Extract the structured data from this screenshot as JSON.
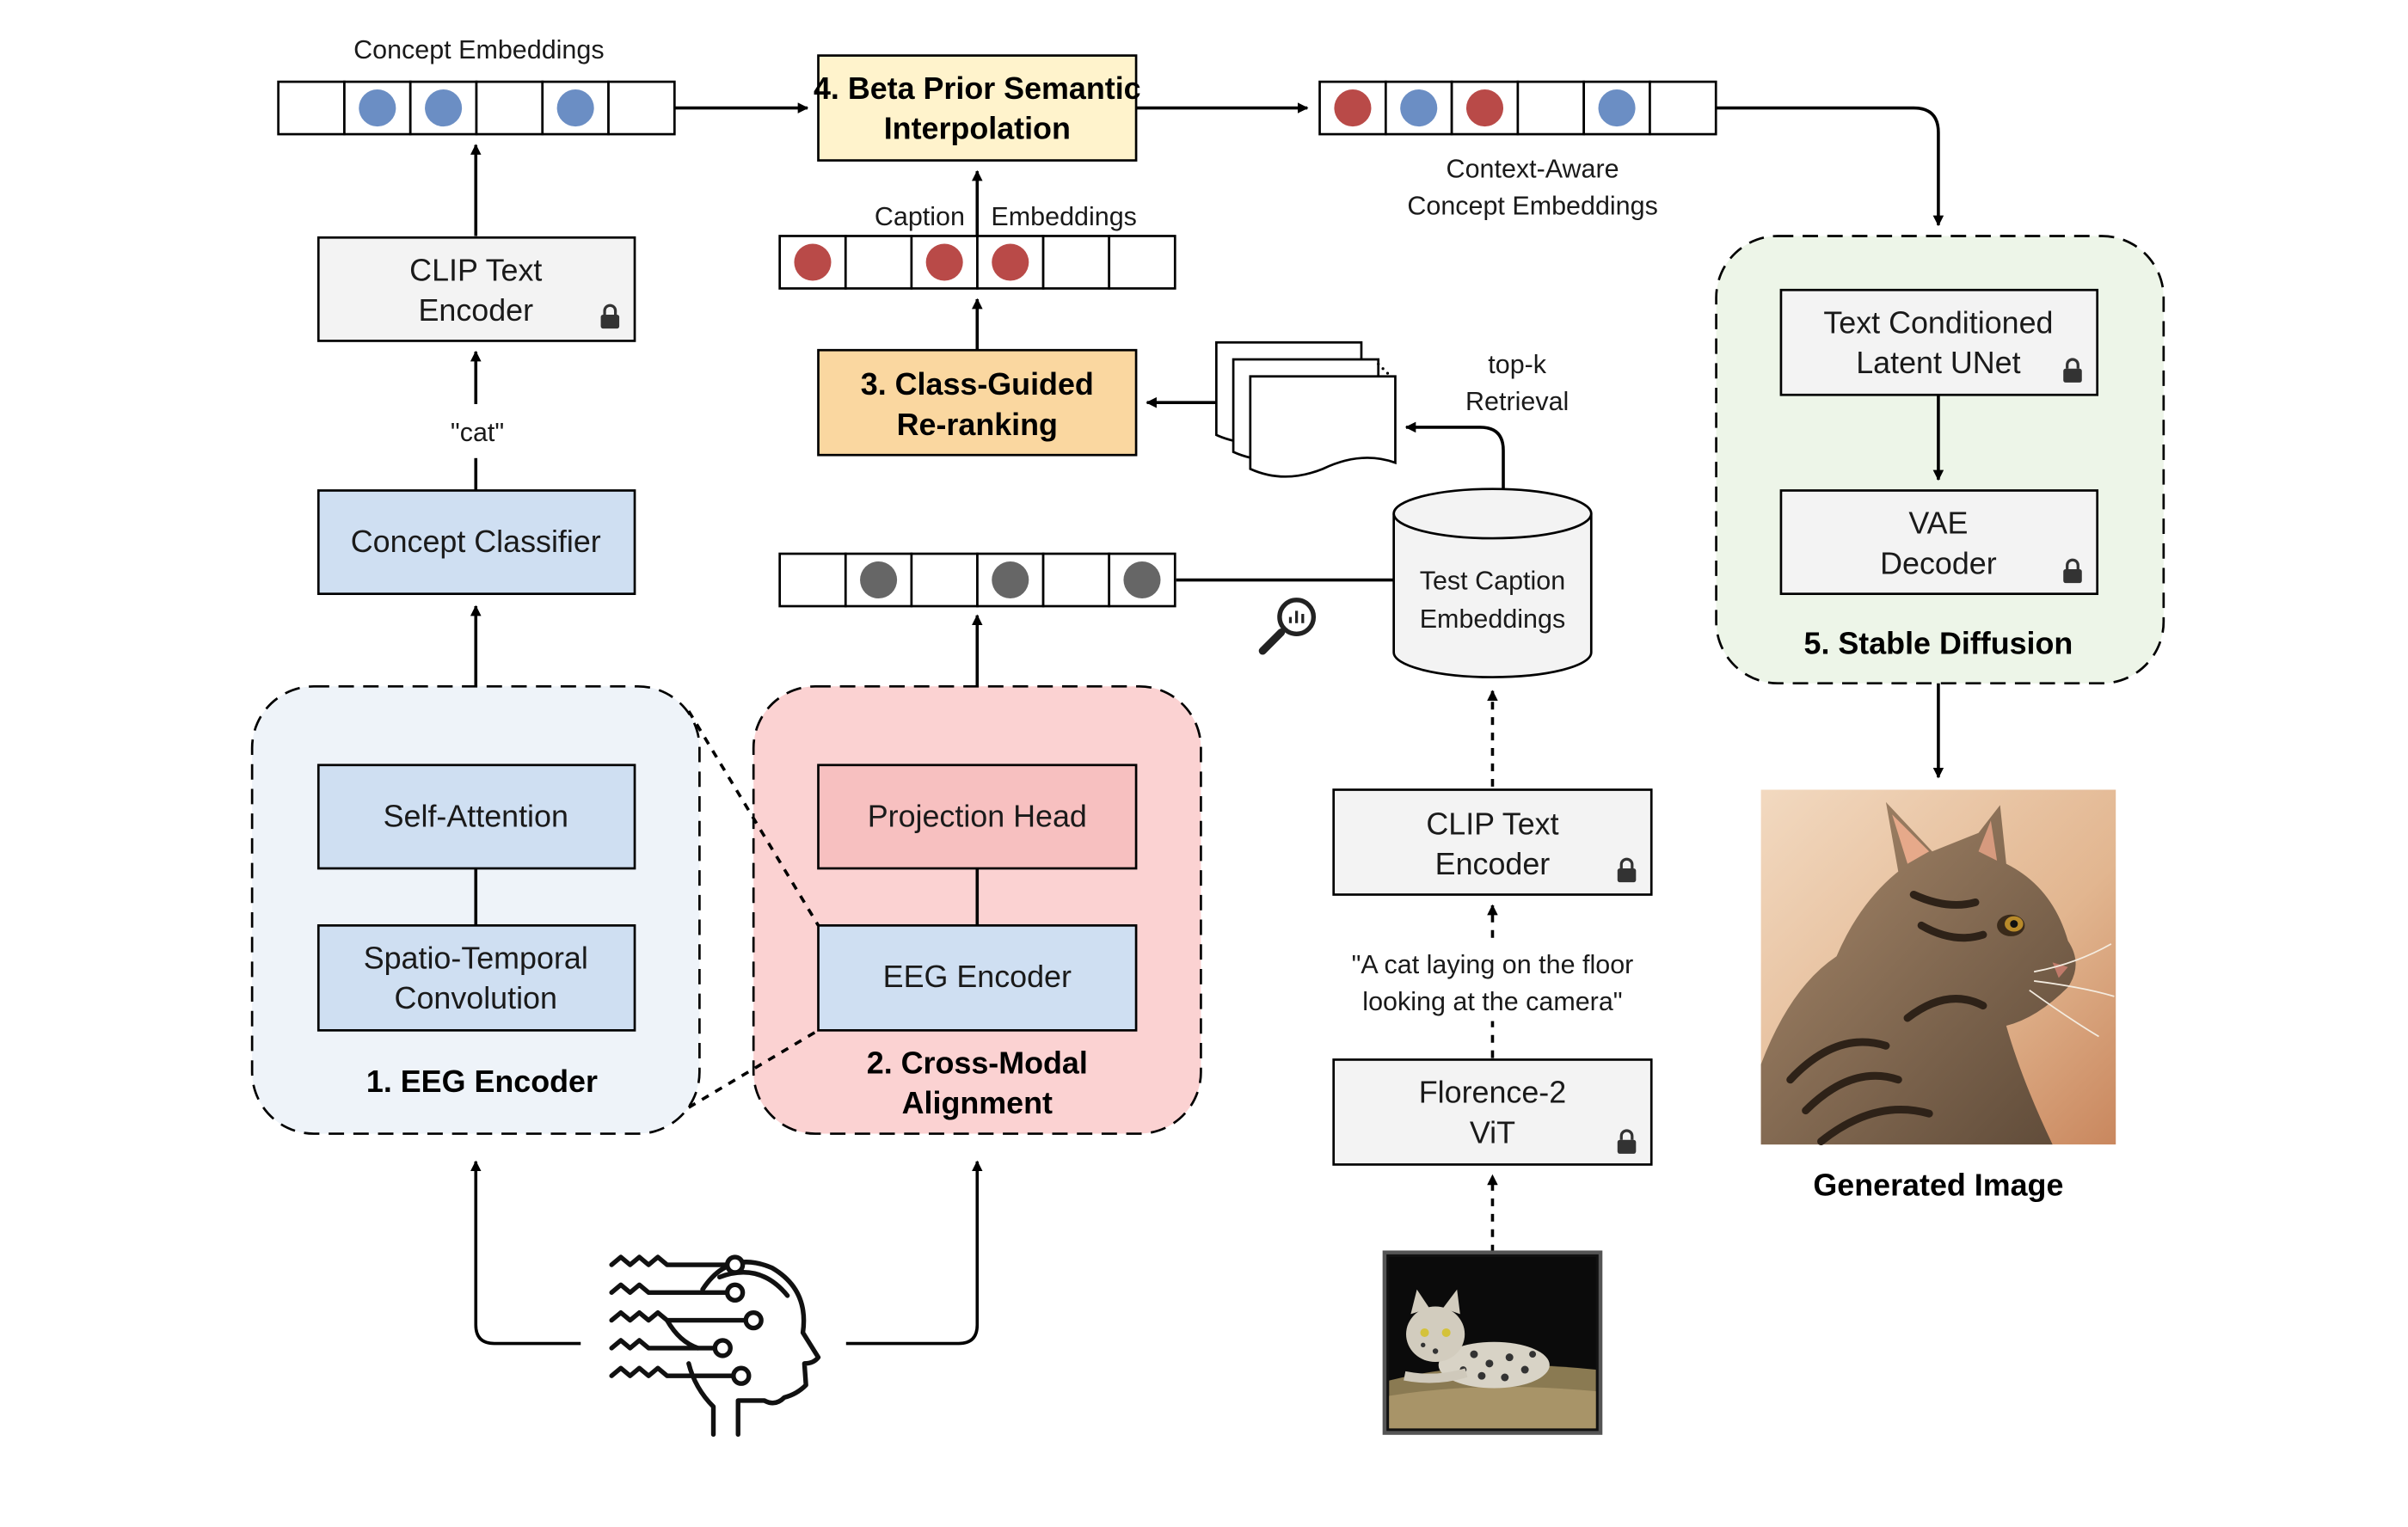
{
  "labels": {
    "concept_embeddings": "Concept Embeddings",
    "caption": "Caption",
    "embeddings": "Embeddings",
    "context_aware_1": "Context-Aware",
    "context_aware_2": "Concept Embeddings",
    "top_k": "top-k",
    "retrieval": "Retrieval",
    "cat_quote": "\"cat\"",
    "caption_quote_1": "\"A cat laying on the floor",
    "caption_quote_2": "looking at the camera\"",
    "generated_image": "Generated Image"
  },
  "boxes": {
    "beta_prior_1": "4. Beta Prior Semantic",
    "beta_prior_2": "Interpolation",
    "clip_top_1": "CLIP Text",
    "clip_top_2": "Encoder",
    "class_guided_1": "3. Class-Guided",
    "class_guided_2": "Re-ranking",
    "concept_classifier": "Concept Classifier",
    "self_attention": "Self-Attention",
    "spatio_1": "Spatio-Temporal",
    "spatio_2": "Convolution",
    "eeg_group": "1. EEG Encoder",
    "projection_head": "Projection Head",
    "eeg_encoder": "EEG Encoder",
    "cross_modal_1": "2. Cross-Modal",
    "cross_modal_2": "Alignment",
    "test_caption_1": "Test Caption",
    "test_caption_2": "Embeddings",
    "clip_bottom_1": "CLIP Text",
    "clip_bottom_2": "Encoder",
    "florence_1": "Florence-2",
    "florence_2": "ViT",
    "unet_1": "Text Conditioned",
    "unet_2": "Latent UNet",
    "vae_1": "VAE",
    "vae_2": "Decoder",
    "stable_diffusion": "5. Stable Diffusion"
  },
  "vectors": {
    "concept": [
      "empty",
      "blue",
      "blue",
      "empty",
      "blue",
      "empty"
    ],
    "context_aware": [
      "red",
      "blue",
      "red",
      "empty",
      "blue",
      "empty"
    ],
    "caption": [
      "red",
      "empty",
      "red",
      "red",
      "empty",
      "empty"
    ],
    "eeg": [
      "empty",
      "gray",
      "empty",
      "gray",
      "empty",
      "gray"
    ]
  },
  "icons": {
    "lock": "lock-icon",
    "magnifier": "magnifier-chart-icon",
    "head": "brain-circuit-head-icon",
    "documents": "document-stack-icon",
    "database": "database-cylinder-icon"
  },
  "colors": {
    "dot_blue": "#6b8ec4",
    "dot_red": "#b94a48",
    "dot_gray": "#666666",
    "box_gray": "#f3f3f3",
    "box_blue": "#cfdff2",
    "box_yellow": "#fff3cc",
    "box_orange": "#fad7a0",
    "box_pink": "#f7c0c0",
    "group_blue": "#eef3f9",
    "group_pink": "#fbd2d2",
    "group_green": "#edf5e8"
  }
}
